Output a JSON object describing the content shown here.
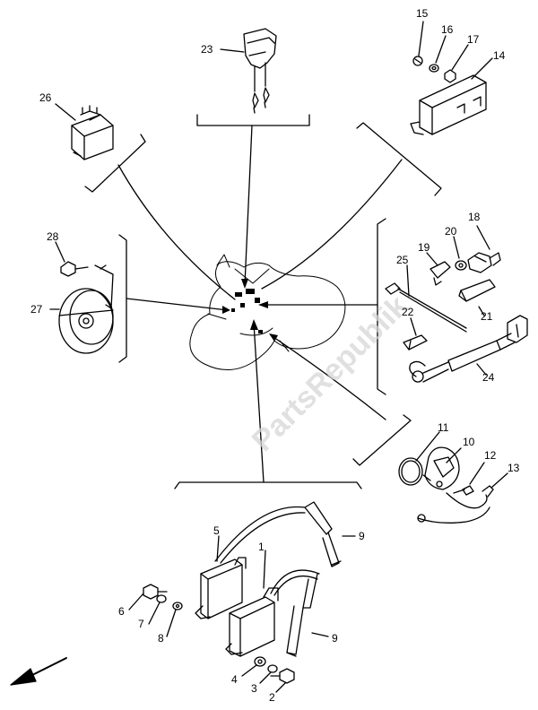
{
  "watermark": "PartsRepublik",
  "callouts": {
    "p1": "1",
    "p2": "2",
    "p3": "3",
    "p4": "4",
    "p5": "5",
    "p6": "6",
    "p7": "7",
    "p8": "8",
    "p9a": "9",
    "p9b": "9",
    "p10": "10",
    "p11": "11",
    "p12": "12",
    "p13": "13",
    "p14": "14",
    "p15": "15",
    "p16": "16",
    "p17": "17",
    "p18": "18",
    "p19": "19",
    "p20": "20",
    "p21": "21",
    "p22": "22",
    "p23": "23",
    "p24": "24",
    "p25": "25",
    "p26": "26",
    "p27": "27",
    "p28": "28"
  }
}
